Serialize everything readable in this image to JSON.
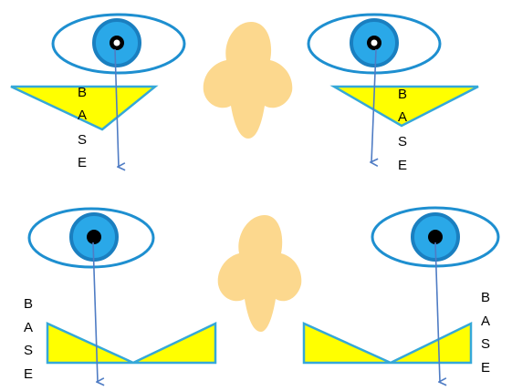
{
  "colors": {
    "eye_white": "#ffffff",
    "eye_outline": "#1e8fd0",
    "iris": "#2aa8e8",
    "iris_ring": "#1a7fc0",
    "pupil": "#000000",
    "prism_fill": "#ffff00",
    "prism_outline": "#35a8d8",
    "nose": "#fcd88e",
    "ray": "#4f7cc4"
  },
  "panels": [
    {
      "id": "top-left",
      "label": [
        "B",
        "A",
        "S",
        "E"
      ]
    },
    {
      "id": "top-right",
      "label": [
        "B",
        "A",
        "S",
        "E"
      ]
    },
    {
      "id": "bottom-left",
      "label": [
        "B",
        "A",
        "S",
        "E"
      ]
    },
    {
      "id": "bottom-right",
      "label": [
        "B",
        "A",
        "S",
        "E"
      ]
    }
  ]
}
